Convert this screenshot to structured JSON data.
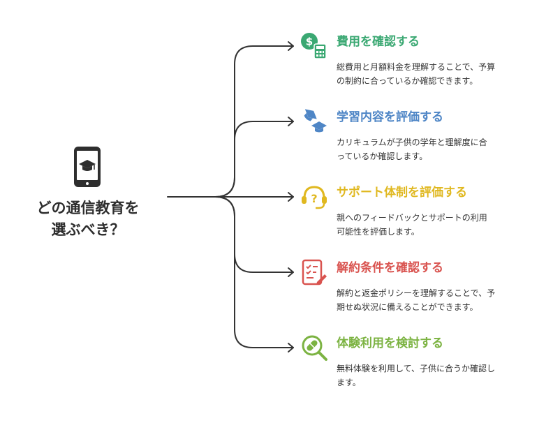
{
  "root": {
    "label_lines": [
      "どの通信教育を",
      "選ぶべき？"
    ],
    "icon": "smartphone-graduation-cap-icon"
  },
  "branches": [
    {
      "title": "費用を確認する",
      "desc_lines": [
        "総費用と月額料金を理解することで、予算",
        "の制約に合っているか確認できます。"
      ],
      "color": "#3aa872",
      "icon": "dollar-calculator-icon"
    },
    {
      "title": "学習内容を評価する",
      "desc_lines": [
        "カリキュラムが子供の学年と理解度に合",
        "っているか確認します。"
      ],
      "color": "#4f86c6",
      "icon": "graduation-cap-icon"
    },
    {
      "title": "サポート体制を評価する",
      "desc_lines": [
        "親へのフィードバックとサポートの利用",
        "可能性を評価します。"
      ],
      "color": "#e0b820",
      "icon": "support-headset-icon"
    },
    {
      "title": "解約条件を確認する",
      "desc_lines": [
        "解約と返金ポリシーを理解することで、予",
        "期せぬ状況に備えることができます。"
      ],
      "color": "#d9534f",
      "icon": "checklist-pen-icon"
    },
    {
      "title": "体験利用を検討する",
      "desc_lines": [
        "無料体験を利用して、子供に合うか確認し",
        "ます。"
      ],
      "color": "#7cb342",
      "icon": "search-pill-icon"
    }
  ]
}
